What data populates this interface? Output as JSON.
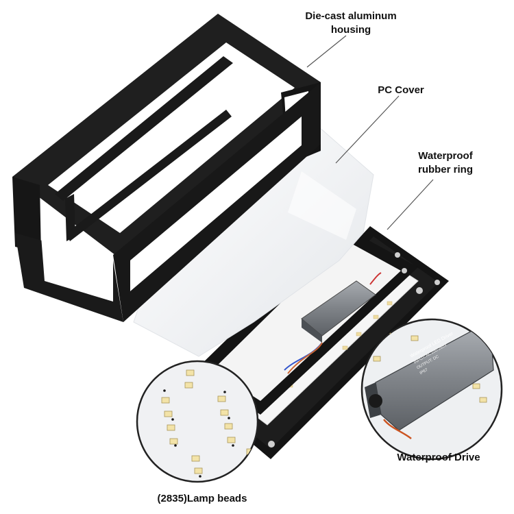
{
  "labels": {
    "housing_line1": "Die-cast aluminum",
    "housing_line2": "housing",
    "pc_cover": "PC Cover",
    "ring_line1": "Waterproof",
    "ring_line2": "rubber ring",
    "drive": "Waterproof Drive",
    "lamp_beads": "(2835)Lamp beads"
  },
  "driver_text": {
    "line1": "Waterproof LED Driver",
    "line2": "INPUT: AC100-265V",
    "line3": "OUTPUT: DC",
    "line4": "IP67"
  },
  "colors": {
    "housing": "#1c1c1c",
    "cover": "#f2f3f5",
    "gasket": "#161616",
    "pcb": "#f7f7f7",
    "driver": "#8a8e93",
    "led": "#f3e3a8",
    "leader": "#555555"
  }
}
